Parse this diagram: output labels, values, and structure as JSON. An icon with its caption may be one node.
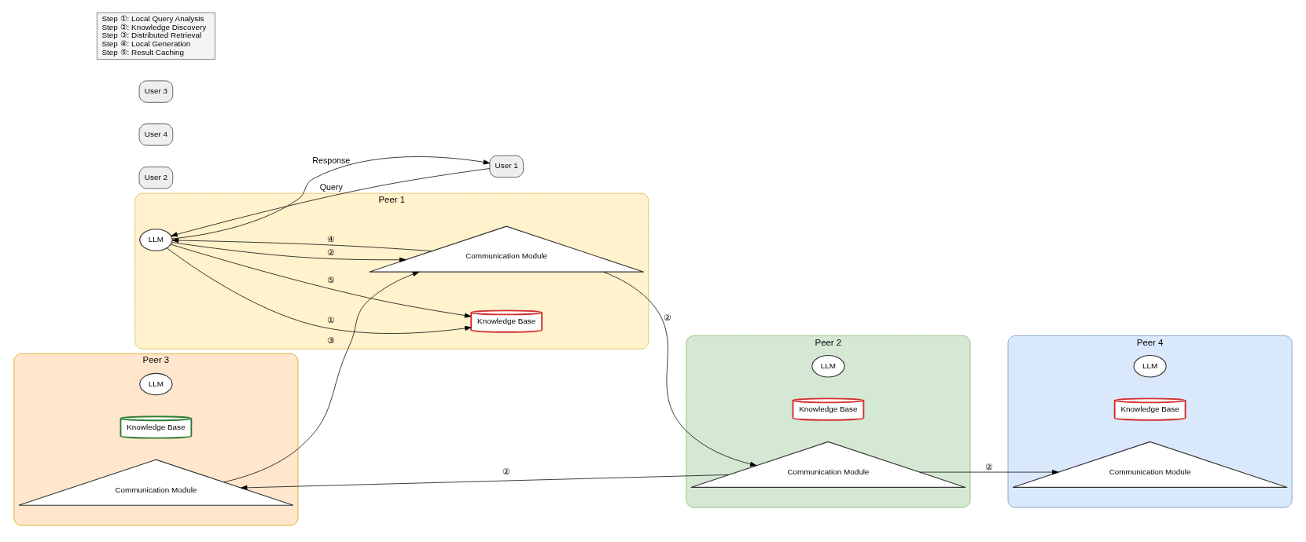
{
  "diagram": {
    "nodes": [
      {
        "text": [
          "Peer 1"
        ]
      },
      {
        "text": [
          "LLM"
        ],
        "in": 0
      },
      {
        "text": [
          "Knowledge Base"
        ],
        "in": 0
      },
      {
        "text": [
          "Communication Module"
        ],
        "in": 0
      },
      {
        "text": [
          "Peer 2"
        ]
      },
      {
        "text": [
          "LLM"
        ],
        "in": 4
      },
      {
        "text": [
          "Knowledge Base"
        ],
        "in": 4
      },
      {
        "text": [
          "Communication Module"
        ],
        "in": 4
      },
      {
        "text": [
          "Peer 4"
        ]
      },
      {
        "text": [
          "LLM"
        ],
        "in": 8
      },
      {
        "text": [
          "Knowledge Base"
        ],
        "in": 8
      },
      {
        "text": [
          "Communication Module"
        ],
        "in": 8
      },
      {
        "text": [
          "Peer 3"
        ]
      },
      {
        "text": [
          "LLM"
        ],
        "in": 12
      },
      {
        "text": [
          "Knowledge Base"
        ],
        "in": 12
      },
      {
        "text": [
          "Communication Module"
        ],
        "in": 12
      },
      {
        "text": [
          "User 1"
        ]
      },
      {
        "text": [
          "User 2"
        ]
      },
      {
        "text": [
          "User 4"
        ]
      },
      {
        "text": [
          "User 3"
        ]
      }
    ],
    "edges": [
      {
        "from": 16,
        "to": 1,
        "arrow": "to",
        "label": "Query"
      },
      {
        "from": 1,
        "to": 16,
        "arrow": "to",
        "label": "Response"
      },
      {
        "from": 1,
        "to": 2,
        "arrow": "to",
        "label": "①"
      },
      {
        "from": 1,
        "to": 2,
        "arrow": "to",
        "label": "⑤"
      },
      {
        "from": 1,
        "to": 3,
        "arrow": "to",
        "label": "②"
      },
      {
        "from": 3,
        "to": 1,
        "arrow": "to",
        "label": "④"
      },
      {
        "from": 3,
        "to": 7,
        "arrow": "to",
        "label": "②"
      },
      {
        "from": 7,
        "to": 11,
        "arrow": "to",
        "label": "②"
      },
      {
        "from": 7,
        "to": 15,
        "arrow": "to",
        "label": "②"
      },
      {
        "from": 15,
        "to": 3,
        "arrow": "to",
        "label": "③"
      }
    ],
    "labels": [
      "Step ①: Local Query Analysis",
      "Step ②: Knowledge Discovery",
      "Step ③: Distributed Retrieval",
      "Step ④: Local Generation",
      "Step ⑤: Result Caching"
    ]
  }
}
